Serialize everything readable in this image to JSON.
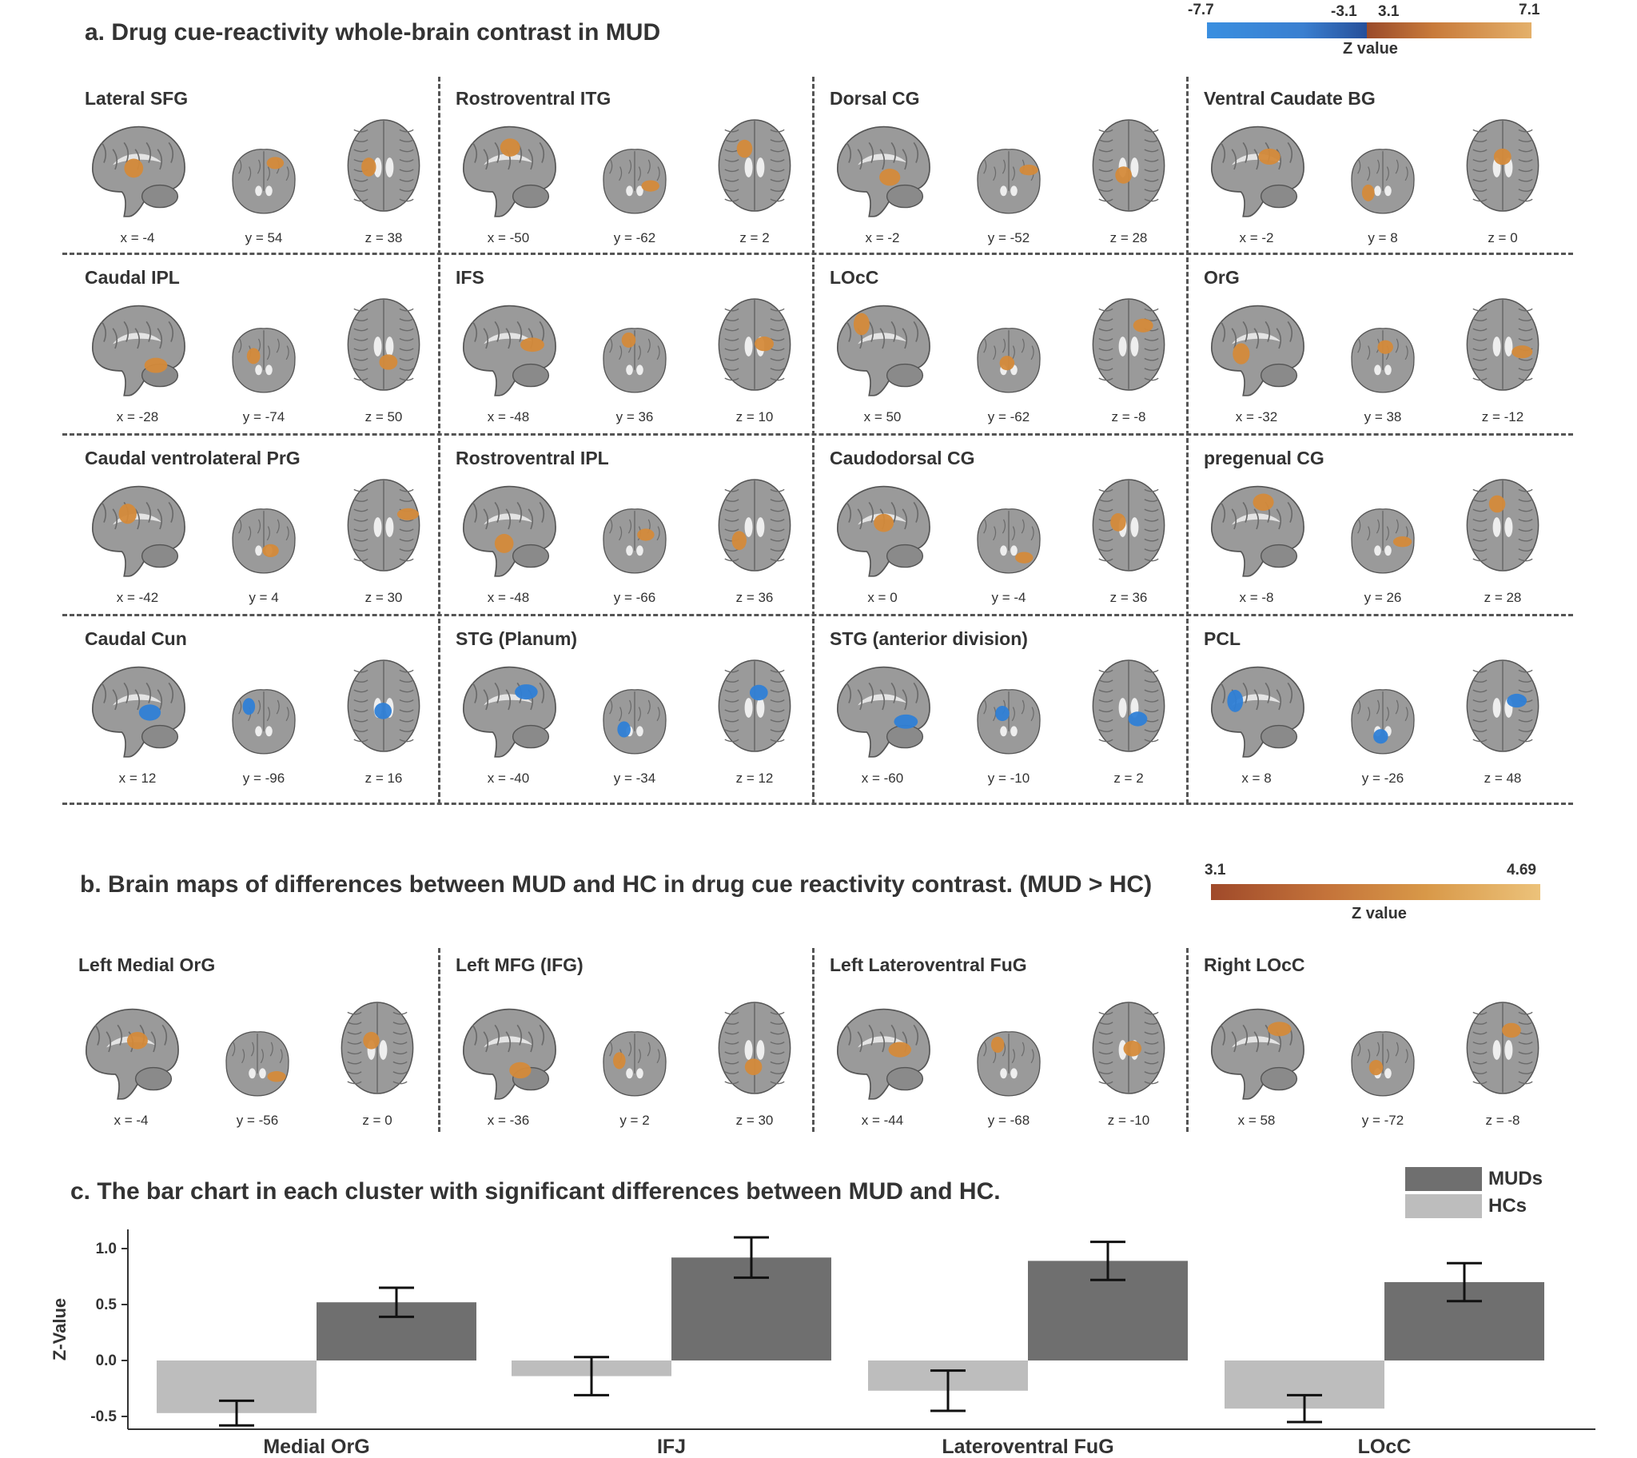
{
  "section_a": {
    "title": "a. Drug cue-reactivity whole-brain contrast in MUD",
    "colorbar": {
      "min": "-7.7",
      "neg_thr": "-3.1",
      "pos_thr": "3.1",
      "max": "7.1",
      "label": "Z value"
    },
    "rows": [
      [
        {
          "title": "Lateral SFG",
          "coords": [
            "x = -4",
            "y = 54",
            "z = 38"
          ],
          "sign": "pos"
        },
        {
          "title": "Rostroventral ITG",
          "coords": [
            "x = -50",
            "y = -62",
            "z = 2"
          ],
          "sign": "pos"
        },
        {
          "title": "Dorsal CG",
          "coords": [
            "x = -2",
            "y = -52",
            "z = 28"
          ],
          "sign": "pos"
        },
        {
          "title": "Ventral Caudate BG",
          "coords": [
            "x = -2",
            "y = 8",
            "z = 0"
          ],
          "sign": "pos"
        }
      ],
      [
        {
          "title": "Caudal IPL",
          "coords": [
            "x = -28",
            "y = -74",
            "z = 50"
          ],
          "sign": "pos"
        },
        {
          "title": "IFS",
          "coords": [
            "x = -48",
            "y = 36",
            "z = 10"
          ],
          "sign": "pos"
        },
        {
          "title": "LOcC",
          "coords": [
            "x = 50",
            "y = -62",
            "z = -8"
          ],
          "sign": "pos"
        },
        {
          "title": "OrG",
          "coords": [
            "x = -32",
            "y = 38",
            "z = -12"
          ],
          "sign": "pos"
        }
      ],
      [
        {
          "title": "Caudal ventrolateral PrG",
          "coords": [
            "x = -42",
            "y = 4",
            "z = 30"
          ],
          "sign": "pos"
        },
        {
          "title": "Rostroventral IPL",
          "coords": [
            "x = -48",
            "y = -66",
            "z = 36"
          ],
          "sign": "pos"
        },
        {
          "title": "Caudodorsal CG",
          "coords": [
            "x = 0",
            "y = -4",
            "z = 36"
          ],
          "sign": "pos"
        },
        {
          "title": "pregenual CG",
          "coords": [
            "x = -8",
            "y = 26",
            "z = 28"
          ],
          "sign": "pos"
        }
      ],
      [
        {
          "title": "Caudal Cun",
          "coords": [
            "x = 12",
            "y = -96",
            "z = 16"
          ],
          "sign": "neg"
        },
        {
          "title": "STG (Planum)",
          "coords": [
            "x = -40",
            "y = -34",
            "z = 12"
          ],
          "sign": "neg"
        },
        {
          "title": "STG (anterior division)",
          "coords": [
            "x = -60",
            "y = -10",
            "z = 2"
          ],
          "sign": "neg"
        },
        {
          "title": "PCL",
          "coords": [
            "x = 8",
            "y = -26",
            "z = 48"
          ],
          "sign": "neg"
        }
      ]
    ]
  },
  "section_b": {
    "title": "b. Brain maps of differences between MUD and HC in drug cue reactivity contrast. (MUD > HC)",
    "colorbar": {
      "min": "3.1",
      "max": "4.69",
      "label": "Z value"
    },
    "panels": [
      {
        "title": "Left Medial OrG",
        "coords": [
          "x = -4",
          "y = -56",
          "z = 0"
        ],
        "sign": "pos"
      },
      {
        "title": "Left MFG (IFG)",
        "coords": [
          "x = -36",
          "y = 2",
          "z = 30"
        ],
        "sign": "pos"
      },
      {
        "title": "Left Lateroventral FuG",
        "coords": [
          "x = -44",
          "y = -68",
          "z = -10"
        ],
        "sign": "pos"
      },
      {
        "title": "Right LOcC",
        "coords": [
          "x = 58",
          "y = -72",
          "z = -8"
        ],
        "sign": "pos"
      }
    ]
  },
  "section_c": {
    "title": "c. The bar chart in each cluster with significant differences between MUD and HC."
  },
  "colors": {
    "pos": "#d48a3a",
    "neg": "#2f7fd6",
    "mud": "#6f6f6f",
    "hc": "#bdbdbd"
  },
  "chart_data": {
    "type": "bar",
    "title": "",
    "xlabel": "",
    "ylabel": "Z-Value",
    "ylim": [
      -0.6,
      1.1
    ],
    "yticks": [
      "1.0",
      "0.5",
      "0.0",
      "-0.5"
    ],
    "categories": [
      "Medial OrG",
      "IFJ",
      "Lateroventral FuG",
      "LOcC"
    ],
    "series": [
      {
        "name": "HCs",
        "values": [
          -0.47,
          -0.14,
          -0.27,
          -0.43
        ],
        "err": [
          0.11,
          0.17,
          0.18,
          0.12
        ]
      },
      {
        "name": "MUDs",
        "values": [
          0.52,
          0.92,
          0.89,
          0.7
        ],
        "err": [
          0.13,
          0.18,
          0.17,
          0.17
        ]
      }
    ],
    "legend": [
      "MUDs",
      "HCs"
    ],
    "legend_position": "top-right"
  }
}
